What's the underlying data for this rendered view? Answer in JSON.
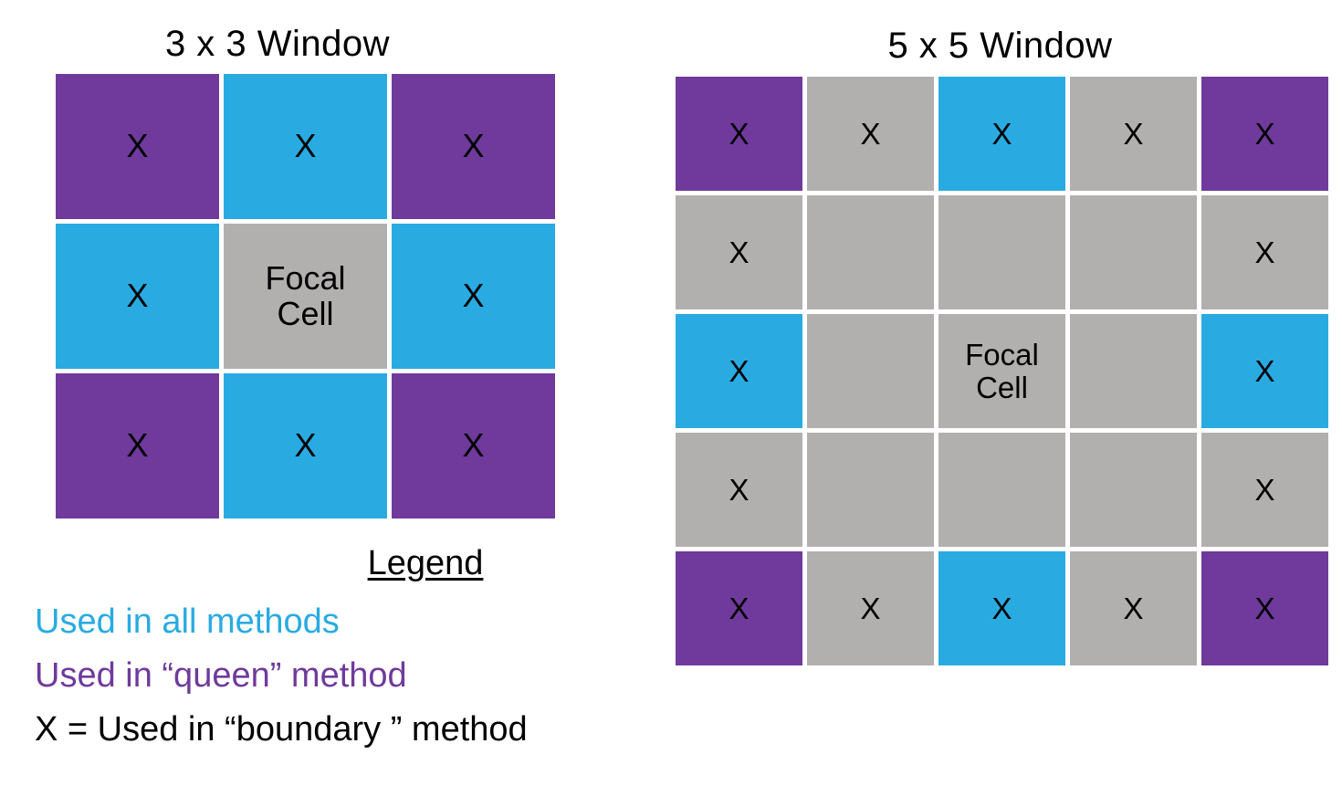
{
  "colors": {
    "blue": "#29ABE2",
    "purple": "#6F3A9C",
    "gray": "#B2AFAF",
    "black": "#000000",
    "background": "#FFFFFF"
  },
  "panels": [
    {
      "id": "window-3x3",
      "title": "3 x 3 Window",
      "rows": 3,
      "cols": 3,
      "cells": [
        {
          "color": "purple",
          "text": "X",
          "kind": "mark"
        },
        {
          "color": "blue",
          "text": "X",
          "kind": "mark"
        },
        {
          "color": "purple",
          "text": "X",
          "kind": "mark"
        },
        {
          "color": "blue",
          "text": "X",
          "kind": "mark"
        },
        {
          "color": "gray",
          "text": "Focal\nCell",
          "kind": "focal"
        },
        {
          "color": "blue",
          "text": "X",
          "kind": "mark"
        },
        {
          "color": "purple",
          "text": "X",
          "kind": "mark"
        },
        {
          "color": "blue",
          "text": "X",
          "kind": "mark"
        },
        {
          "color": "purple",
          "text": "X",
          "kind": "mark"
        }
      ]
    },
    {
      "id": "window-5x5",
      "title": "5 x 5 Window",
      "rows": 5,
      "cols": 5,
      "cells": [
        {
          "color": "purple",
          "text": "X",
          "kind": "mark"
        },
        {
          "color": "gray",
          "text": "X",
          "kind": "mark"
        },
        {
          "color": "blue",
          "text": "X",
          "kind": "mark"
        },
        {
          "color": "gray",
          "text": "X",
          "kind": "mark"
        },
        {
          "color": "purple",
          "text": "X",
          "kind": "mark"
        },
        {
          "color": "gray",
          "text": "X",
          "kind": "mark"
        },
        {
          "color": "gray",
          "text": "",
          "kind": "empty"
        },
        {
          "color": "gray",
          "text": "",
          "kind": "empty"
        },
        {
          "color": "gray",
          "text": "",
          "kind": "empty"
        },
        {
          "color": "gray",
          "text": "X",
          "kind": "mark"
        },
        {
          "color": "blue",
          "text": "X",
          "kind": "mark"
        },
        {
          "color": "gray",
          "text": "",
          "kind": "empty"
        },
        {
          "color": "gray",
          "text": "Focal\nCell",
          "kind": "focal"
        },
        {
          "color": "gray",
          "text": "",
          "kind": "empty"
        },
        {
          "color": "blue",
          "text": "X",
          "kind": "mark"
        },
        {
          "color": "gray",
          "text": "X",
          "kind": "mark"
        },
        {
          "color": "gray",
          "text": "",
          "kind": "empty"
        },
        {
          "color": "gray",
          "text": "",
          "kind": "empty"
        },
        {
          "color": "gray",
          "text": "",
          "kind": "empty"
        },
        {
          "color": "gray",
          "text": "X",
          "kind": "mark"
        },
        {
          "color": "purple",
          "text": "X",
          "kind": "mark"
        },
        {
          "color": "gray",
          "text": "X",
          "kind": "mark"
        },
        {
          "color": "blue",
          "text": "X",
          "kind": "mark"
        },
        {
          "color": "gray",
          "text": "X",
          "kind": "mark"
        },
        {
          "color": "purple",
          "text": "X",
          "kind": "mark"
        }
      ]
    }
  ],
  "legend": {
    "title": "Legend",
    "entries": [
      {
        "label": "Used in all methods",
        "color": "#29ABE2"
      },
      {
        "label": "Used in “queen” method",
        "color": "#6F3A9C"
      },
      {
        "label": "X = Used in “boundary ” method",
        "color": "#000000"
      }
    ]
  }
}
